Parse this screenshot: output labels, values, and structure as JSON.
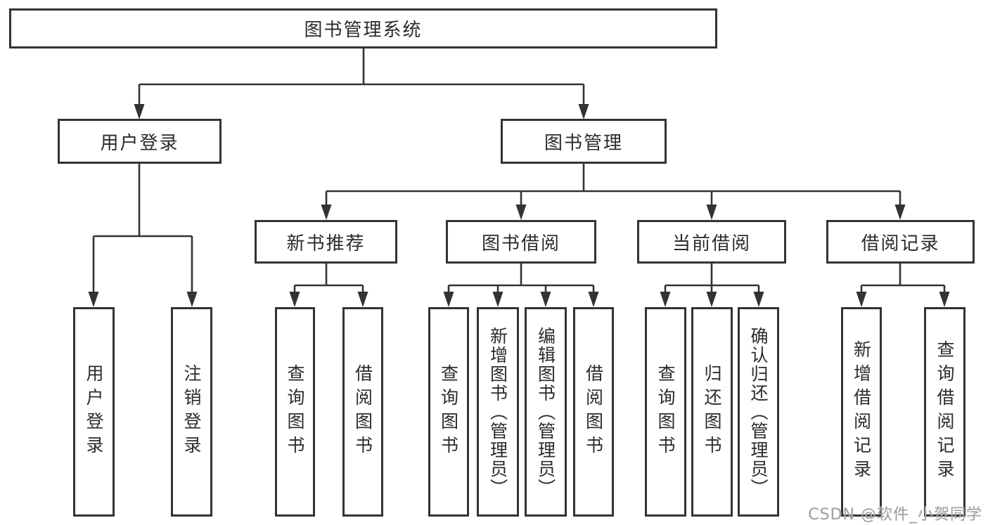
{
  "diagram": {
    "root": {
      "label": "图书管理系统"
    },
    "login_branch": {
      "label": "用户登录",
      "children": [
        {
          "label": "用户登录"
        },
        {
          "label": "注销登录"
        }
      ]
    },
    "mgmt_branch": {
      "label": "图书管理",
      "groups": [
        {
          "label": "新书推荐",
          "children": [
            {
              "label": "查询图书"
            },
            {
              "label": "借阅图书"
            }
          ]
        },
        {
          "label": "图书借阅",
          "children": [
            {
              "label": "查询图书"
            },
            {
              "label": "新增图书（管理员）"
            },
            {
              "label": "编辑图书（管理员）"
            },
            {
              "label": "借阅图书"
            }
          ]
        },
        {
          "label": "当前借阅",
          "children": [
            {
              "label": "查询图书"
            },
            {
              "label": "归还图书"
            },
            {
              "label": "确认归还（管理员）"
            }
          ]
        },
        {
          "label": "借阅记录",
          "children": [
            {
              "label": "新增借阅记录"
            },
            {
              "label": "查询借阅记录"
            }
          ]
        }
      ]
    }
  },
  "watermark": {
    "text": "CSDN @软件_小贺同学"
  },
  "colors": {
    "line": "#333333",
    "text": "#2b2b2b",
    "watermark": "#a3a3a3"
  }
}
